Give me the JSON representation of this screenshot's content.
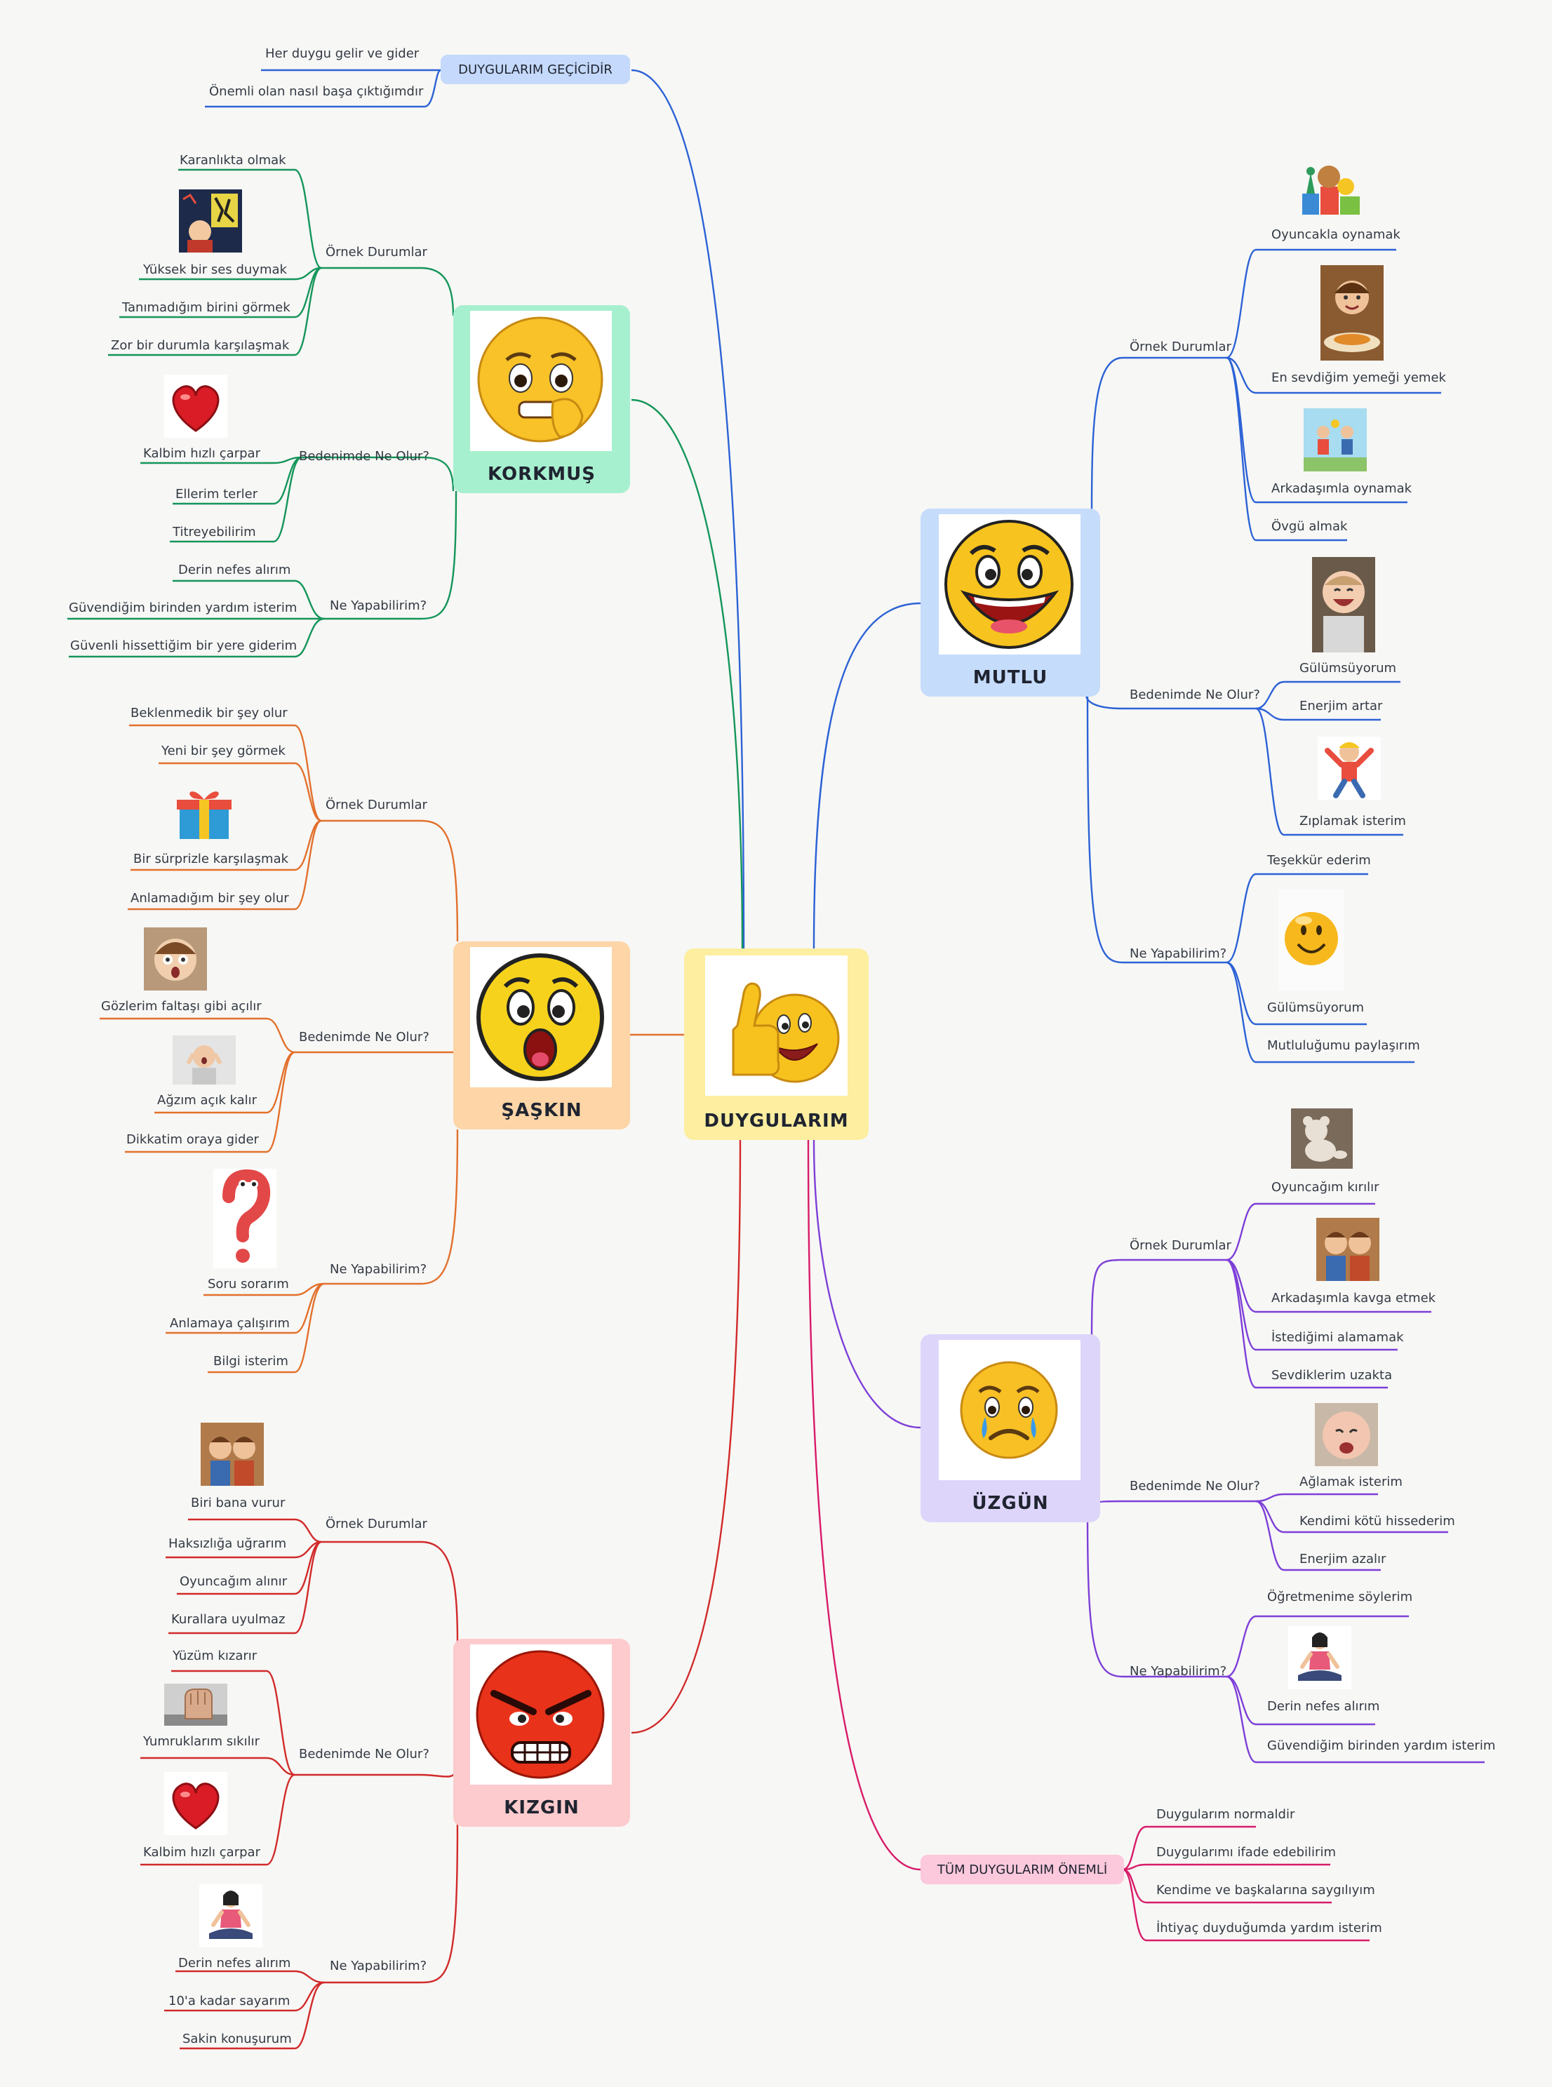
{
  "center": {
    "title": "DUYGULARIM"
  },
  "colors": {
    "blue": "#2c62d6",
    "green": "#14955a",
    "orange": "#e2702c",
    "red": "#d12a2a",
    "purple": "#7e3fd8",
    "pink": "#d81b68"
  },
  "gecici": {
    "title": "DUYGULARIM GEÇİCİDİR",
    "items": [
      "Her duygu gelir ve gider",
      "Önemli olan nasıl başa çıktığımdır"
    ]
  },
  "korkmus": {
    "title": "KORKMUŞ",
    "ornek": {
      "label": "Örnek Durumlar",
      "items": [
        "Karanlıkta olmak",
        "Yüksek bir ses duymak",
        "Tanımadığım birini görmek",
        "Zor bir durumla karşılaşmak"
      ]
    },
    "beden": {
      "label": "Bedenimde Ne Olur?",
      "items": [
        "Kalbim hızlı çarpar",
        "Ellerim terler",
        "Titreyebilirim"
      ]
    },
    "yapabilir": {
      "label": "Ne Yapabilirim?",
      "items": [
        "Derin nefes alırım",
        "Güvendiğim birinden yardım isterim",
        "Güvenli hissettiğim bir yere giderim"
      ]
    }
  },
  "saskin": {
    "title": "ŞAŞKIN",
    "ornek": {
      "label": "Örnek Durumlar",
      "items": [
        "Beklenmedik bir şey olur",
        "Yeni bir şey görmek",
        "Bir sürprizle karşılaşmak",
        "Anlamadığım bir şey olur"
      ]
    },
    "beden": {
      "label": "Bedenimde Ne Olur?",
      "items": [
        "Gözlerim faltaşı gibi açılır",
        "Ağzım açık kalır",
        "Dikkatim oraya gider"
      ]
    },
    "yapabilir": {
      "label": "Ne Yapabilirim?",
      "items": [
        "Soru sorarım",
        "Anlamaya çalışırım",
        "Bilgi isterim"
      ]
    }
  },
  "kizgin": {
    "title": "KIZGIN",
    "ornek": {
      "label": "Örnek Durumlar",
      "items": [
        "Biri bana vurur",
        "Haksızlığa uğrarım",
        "Oyuncağım alınır",
        "Kurallara uyulmaz"
      ]
    },
    "beden": {
      "label": "Bedenimde Ne Olur?",
      "items": [
        "Yüzüm kızarır",
        "Yumruklarım sıkılır",
        "Kalbim hızlı çarpar"
      ]
    },
    "yapabilir": {
      "label": "Ne Yapabilirim?",
      "items": [
        "Derin nefes alırım",
        "10'a kadar sayarım",
        "Sakin konuşurum"
      ]
    }
  },
  "mutlu": {
    "title": "MUTLU",
    "ornek": {
      "label": "Örnek Durumlar",
      "items": [
        "Oyuncakla oynamak",
        "En sevdiğim yemeği yemek",
        "Arkadaşımla oynamak",
        "Övgü almak"
      ]
    },
    "beden": {
      "label": "Bedenimde Ne Olur?",
      "items": [
        "Gülümsüyorum",
        "Enerjim artar",
        "Zıplamak isterim"
      ]
    },
    "yapabilir": {
      "label": "Ne Yapabilirim?",
      "items": [
        "Teşekkür ederim",
        "Gülümsüyorum",
        "Mutluluğumu paylaşırım"
      ]
    }
  },
  "uzgun": {
    "title": "ÜZGÜN",
    "ornek": {
      "label": "Örnek Durumlar",
      "items": [
        "Oyuncağım kırılır",
        "Arkadaşımla kavga etmek",
        "İstediğimi alamamak",
        "Sevdiklerim uzakta"
      ]
    },
    "beden": {
      "label": "Bedenimde Ne Olur?",
      "items": [
        "Ağlamak isterim",
        "Kendimi kötü hissederim",
        "Enerjim azalır"
      ]
    },
    "yapabilir": {
      "label": "Ne Yapabilirim?",
      "items": [
        "Öğretmenime söylerim",
        "Derin nefes alırım",
        "Güvendiğim birinden yardım isterim"
      ]
    }
  },
  "onemli": {
    "title": "TÜM DUYGULARIM ÖNEMLİ",
    "items": [
      "Duygularım normaldir",
      "Duygularımı ifade edebilirim",
      "Kendime ve başkalarına saygılıyım",
      "İhtiyaç duyduğumda yardım isterim"
    ]
  }
}
